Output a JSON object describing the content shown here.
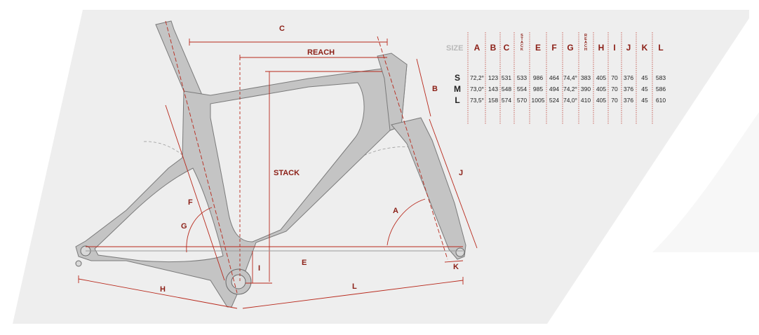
{
  "diagram": {
    "labels": {
      "a": "A",
      "b": "B",
      "c": "C",
      "e": "E",
      "f": "F",
      "g": "G",
      "h": "H",
      "i": "I",
      "j": "J",
      "k": "K",
      "l": "L",
      "reach": "REACH",
      "stack": "STACK"
    }
  },
  "table": {
    "size_label": "SIZE",
    "columns": [
      "A",
      "B",
      "C",
      "STACK",
      "E",
      "F",
      "G",
      "REACH",
      "H",
      "I",
      "J",
      "K",
      "L"
    ],
    "rows": [
      {
        "size": "S",
        "values": [
          "72,2°",
          "123",
          "531",
          "533",
          "986",
          "464",
          "74,4°",
          "383",
          "405",
          "70",
          "376",
          "45",
          "583"
        ]
      },
      {
        "size": "M",
        "values": [
          "73,0°",
          "143",
          "548",
          "554",
          "985",
          "494",
          "74,2°",
          "390",
          "405",
          "70",
          "376",
          "45",
          "586"
        ]
      },
      {
        "size": "L",
        "values": [
          "73,5°",
          "158",
          "574",
          "570",
          "1005",
          "524",
          "74,0°",
          "410",
          "405",
          "70",
          "376",
          "45",
          "610"
        ]
      }
    ]
  },
  "colors": {
    "accent": "#b8281b",
    "frame": "#c4c4c4",
    "background_panel": "#eeeeee"
  }
}
